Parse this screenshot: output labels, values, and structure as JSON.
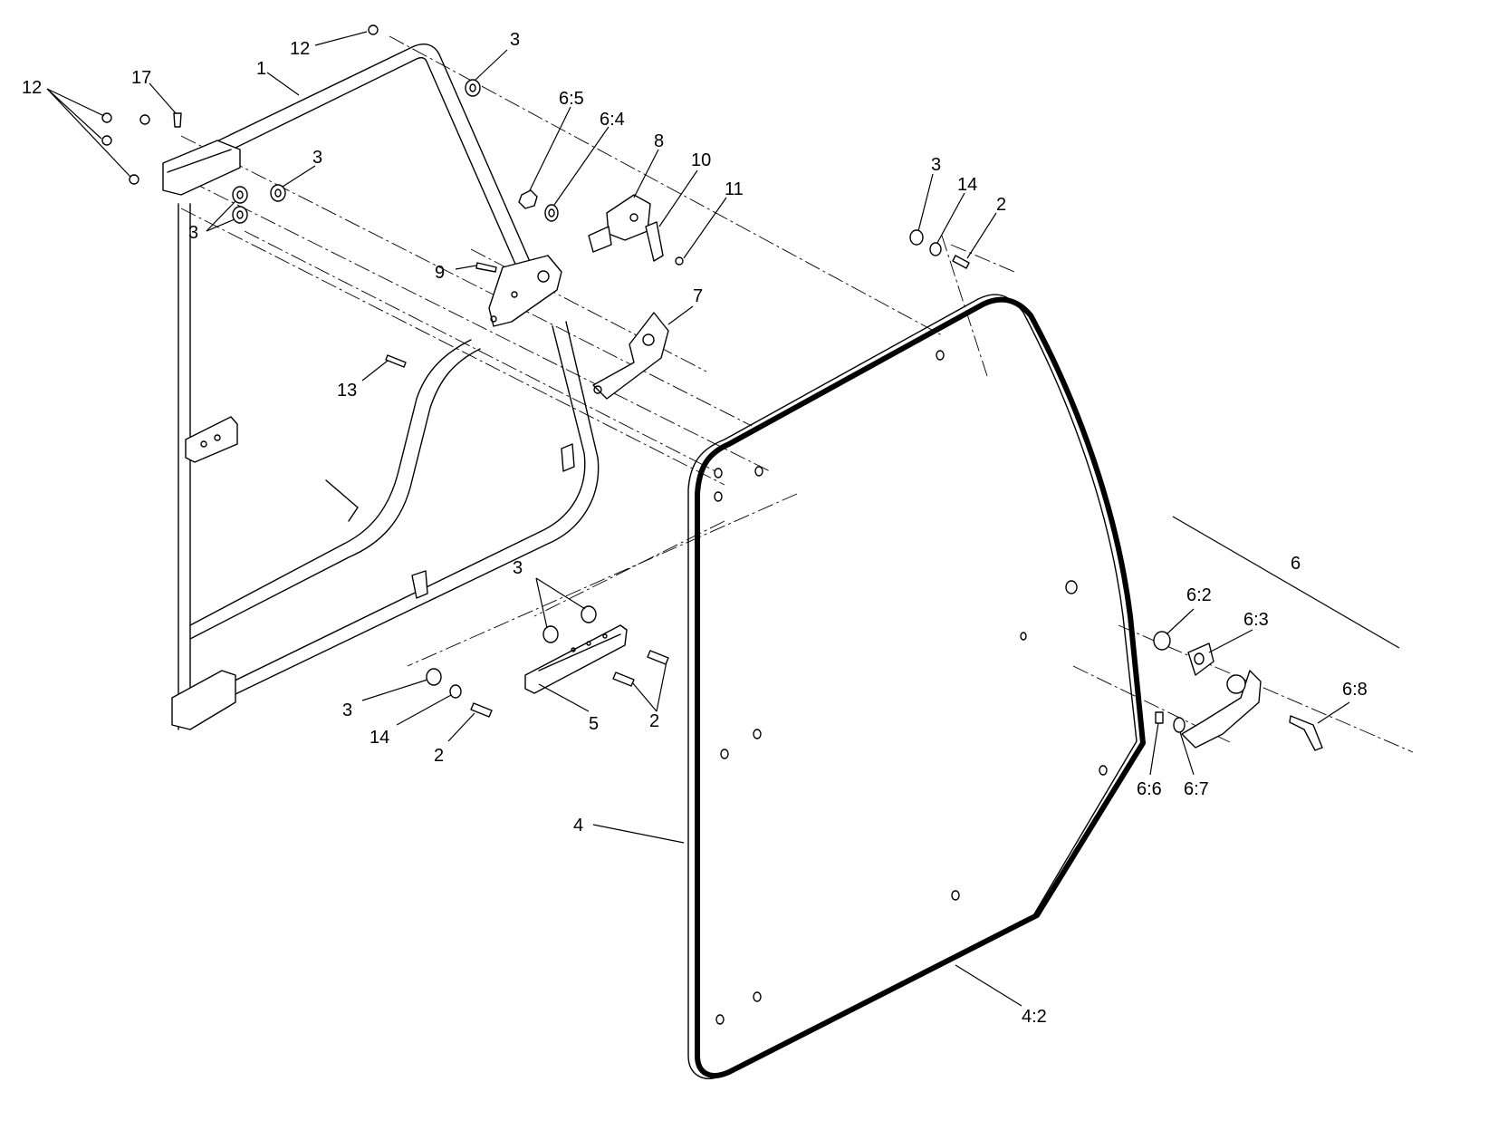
{
  "diagram": {
    "callouts": [
      {
        "id": "c-12a",
        "text": "12"
      },
      {
        "id": "c-12b",
        "text": "12"
      },
      {
        "id": "c-17",
        "text": "17"
      },
      {
        "id": "c-1",
        "text": "1"
      },
      {
        "id": "c-3a",
        "text": "3"
      },
      {
        "id": "c-3b",
        "text": "3"
      },
      {
        "id": "c-3c",
        "text": "3"
      },
      {
        "id": "c-6-5",
        "text": "6:5"
      },
      {
        "id": "c-6-4",
        "text": "6:4"
      },
      {
        "id": "c-8",
        "text": "8"
      },
      {
        "id": "c-10",
        "text": "10"
      },
      {
        "id": "c-11",
        "text": "11"
      },
      {
        "id": "c-3d",
        "text": "3"
      },
      {
        "id": "c-14a",
        "text": "14"
      },
      {
        "id": "c-2a",
        "text": "2"
      },
      {
        "id": "c-9",
        "text": "9"
      },
      {
        "id": "c-7",
        "text": "7"
      },
      {
        "id": "c-13",
        "text": "13"
      },
      {
        "id": "c-3e",
        "text": "3"
      },
      {
        "id": "c-3f",
        "text": "3"
      },
      {
        "id": "c-14b",
        "text": "14"
      },
      {
        "id": "c-2b",
        "text": "2"
      },
      {
        "id": "c-5",
        "text": "5"
      },
      {
        "id": "c-2c",
        "text": "2"
      },
      {
        "id": "c-6",
        "text": "6"
      },
      {
        "id": "c-6-2",
        "text": "6:2"
      },
      {
        "id": "c-6-3",
        "text": "6:3"
      },
      {
        "id": "c-6-8",
        "text": "6:8"
      },
      {
        "id": "c-6-6",
        "text": "6:6"
      },
      {
        "id": "c-6-7",
        "text": "6:7"
      },
      {
        "id": "c-4",
        "text": "4"
      },
      {
        "id": "c-4-2",
        "text": "4:2"
      }
    ]
  }
}
